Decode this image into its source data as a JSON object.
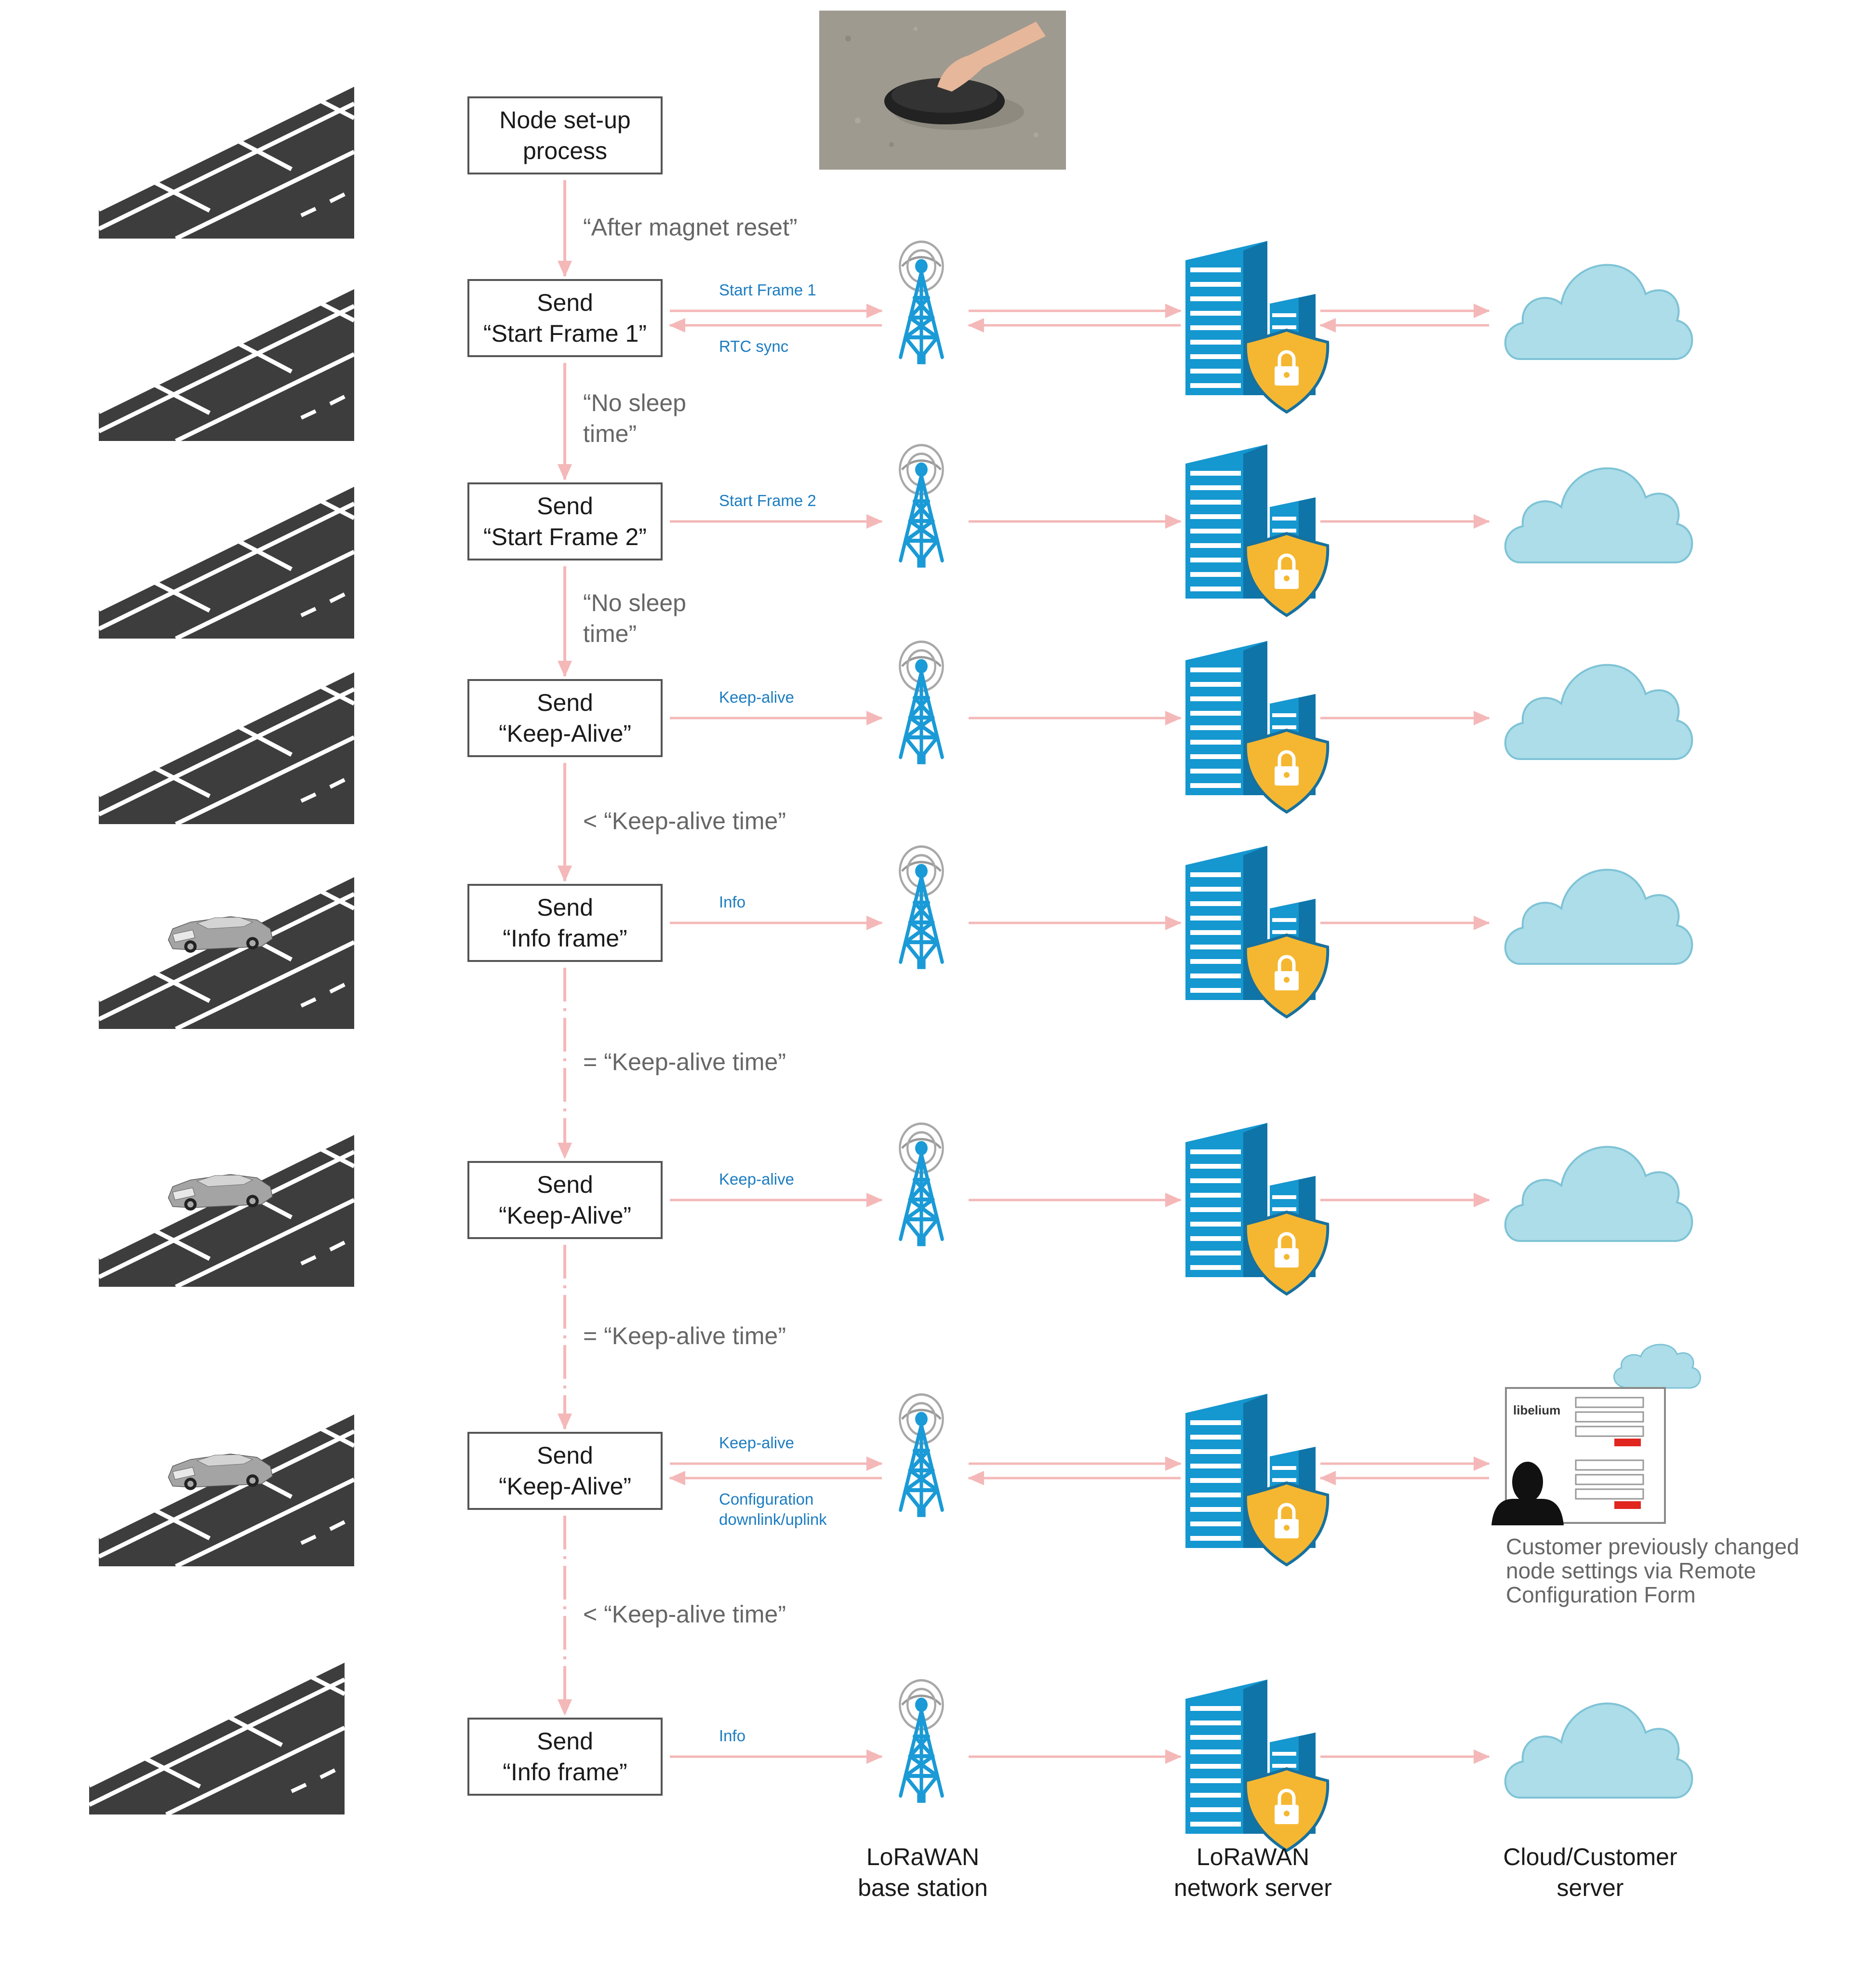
{
  "setup_box": {
    "label": "Node set-up\nprocess"
  },
  "rows": [
    {
      "box": "Send\n“Start Frame 1”",
      "up": "Start Frame 1",
      "down": "RTC sync",
      "bidir": true,
      "car": false,
      "interval": "“After magnet reset”"
    },
    {
      "box": "Send\n“Start Frame 2”",
      "up": "Start Frame 2",
      "down": "",
      "bidir": false,
      "car": false,
      "interval": "“No sleep\ntime”"
    },
    {
      "box": "Send\n“Keep-Alive”",
      "up": "Keep-alive",
      "down": "",
      "bidir": false,
      "car": false,
      "interval": "“No sleep\ntime”"
    },
    {
      "box": "Send\n“Info frame”",
      "up": "Info",
      "down": "",
      "bidir": false,
      "car": true,
      "interval": "< “Keep-alive time”"
    },
    {
      "box": "Send\n“Keep-Alive”",
      "up": "Keep-alive",
      "down": "",
      "bidir": false,
      "car": true,
      "interval": "= “Keep-alive time”"
    },
    {
      "box": "Send\n“Keep-Alive”",
      "up": "Keep-alive",
      "down": "Configuration\ndownlink/uplink",
      "bidir": true,
      "car": true,
      "interval": "= “Keep-alive time”",
      "form": true
    },
    {
      "box": "Send\n“Info frame”",
      "up": "Info",
      "down": "",
      "bidir": false,
      "car": false,
      "interval": "< “Keep-alive time”"
    }
  ],
  "column_labels": {
    "base_station": "LoRaWAN\nbase station",
    "network_server": "LoRaWAN\nnetwork server",
    "cloud": "Cloud/Customer\nserver"
  },
  "form": {
    "logo": "libelium",
    "note": "Customer previously changed\nnode settings via Remote\nConfiguration Form"
  },
  "icons": [
    "road-icon",
    "car-icon",
    "tower-icon",
    "building-icon",
    "lock-icon",
    "cloud-icon",
    "person-icon",
    "sensor-photo"
  ],
  "colors": {
    "arrow": "#f4b8b8",
    "link_text": "#1b7cc1",
    "grey_text": "#666666",
    "road": "#3d3d3d",
    "tower": "#1a9ad6",
    "building": "#1597d0",
    "shield": "#f5b731",
    "cloud_fill": "#acdde9",
    "cloud_stroke": "#7fc3d6"
  }
}
